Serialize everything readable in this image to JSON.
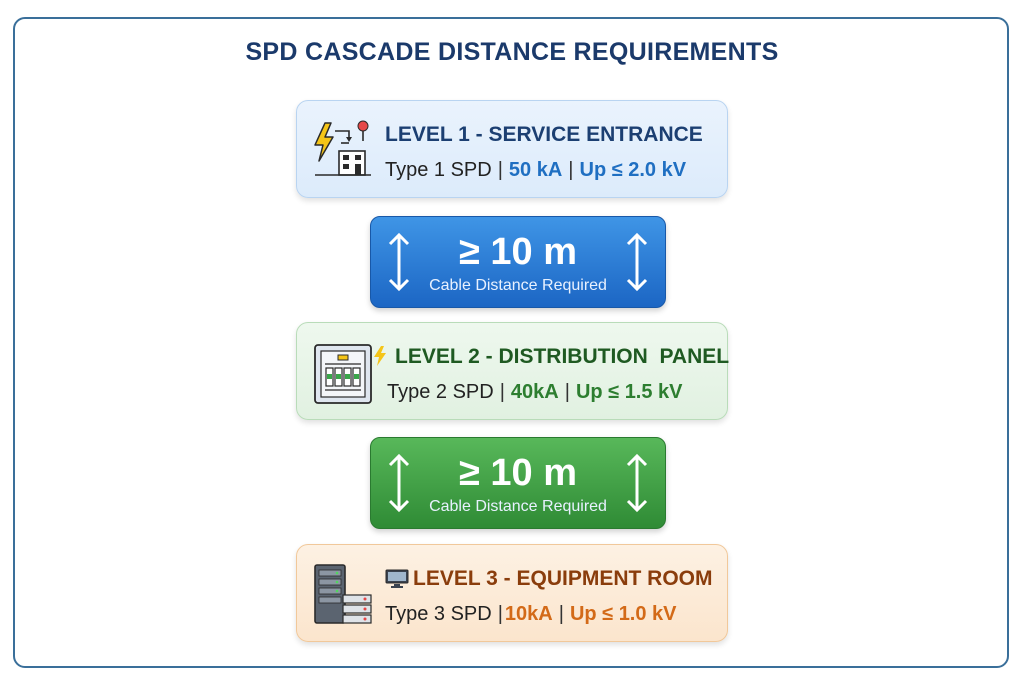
{
  "title": "SPD CASCADE DISTANCE REQUIREMENTS",
  "levels": [
    {
      "heading": "LEVEL 1 - SERVICE ENTRANCE",
      "type": "Type 1 SPD",
      "current": "50 kA",
      "voltage": "Up ≤ 2.0 kV",
      "icon": "lightning-building-icon",
      "accent": "#1f6fc2"
    },
    {
      "heading": "LEVEL 2 - DISTRIBUTION  PANEL",
      "type": "Type 2 SPD",
      "current": "40kA",
      "voltage": "Up ≤ 1.5 kV",
      "icon": "distribution-panel-icon",
      "accent": "#2d7e30"
    },
    {
      "heading": "LEVEL 3 - EQUIPMENT ROOM",
      "type": "Type 3 SPD",
      "current": "10kA",
      "voltage": "Up ≤ 1.0 kV",
      "icon": "server-rack-icon",
      "accent": "#d36a18"
    }
  ],
  "distances": [
    {
      "value": "≥ 10 m",
      "label": "Cable Distance Required",
      "color": "#1c66c4"
    },
    {
      "value": "≥ 10 m",
      "label": "Cable Distance Required",
      "color": "#2f8b35"
    }
  ],
  "separator": "|"
}
